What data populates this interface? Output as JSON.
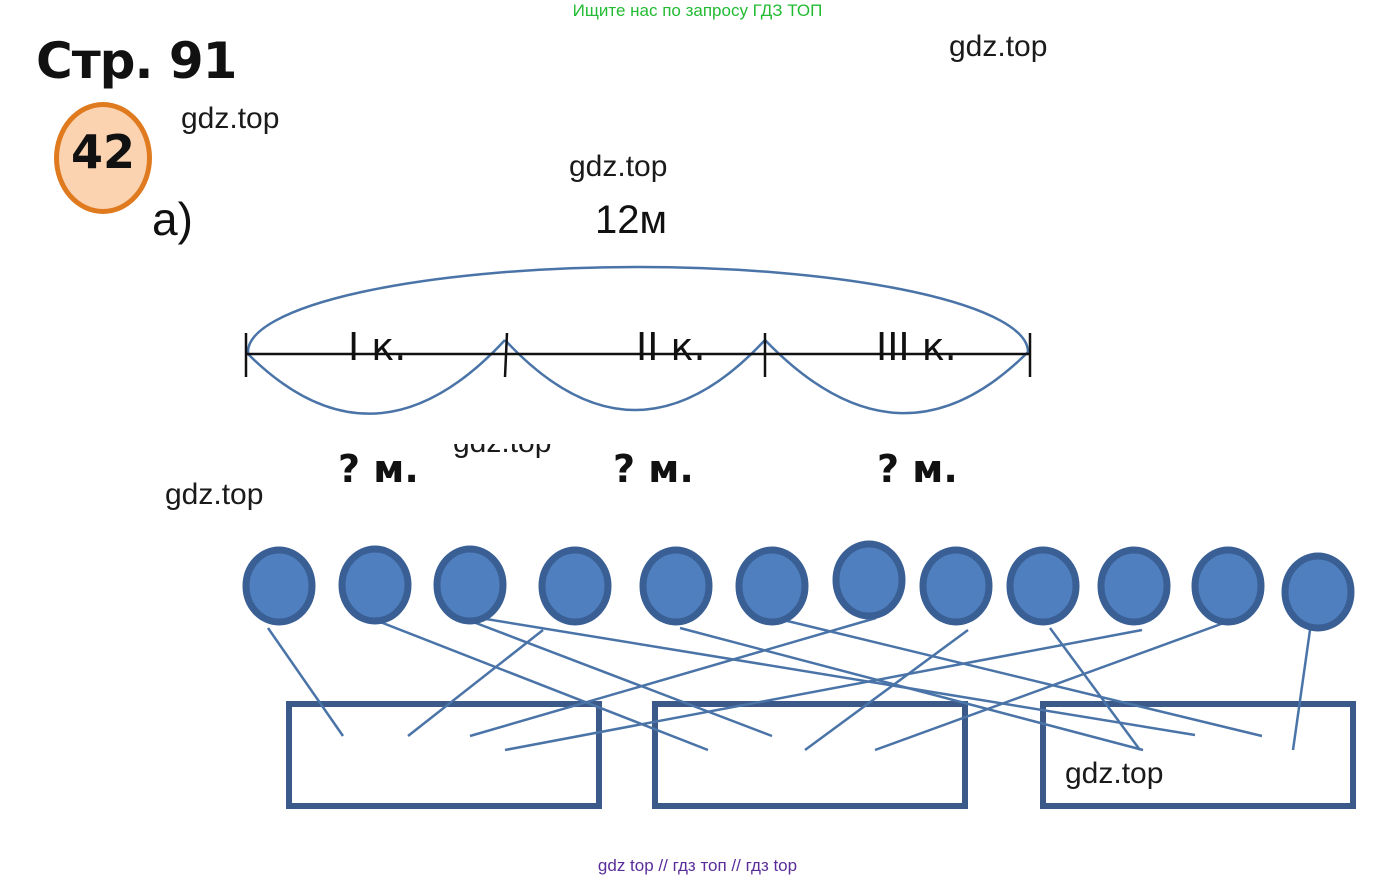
{
  "banner": "Ищите нас по запросу ГДЗ ТОП",
  "page_title": "Стр. 91",
  "task_number": "42",
  "part_label": "а)",
  "total_label": "12м",
  "segments": [
    {
      "label": "I к.",
      "question": "? м."
    },
    {
      "label": "II к.",
      "question": "? м."
    },
    {
      "label": "III к.",
      "question": "? м."
    }
  ],
  "watermarks": [
    "gdz.top",
    "gdz.top",
    "gdz.top",
    "gdz.top",
    "gdz.top",
    "gdz.top"
  ],
  "circle_count": 12,
  "box_count": 3,
  "footer": "gdz top  //  гдз топ  //  гдз top",
  "colors": {
    "circle_fill": "#4f7fbf",
    "circle_stroke": "#3a5f94",
    "line": "#4a74a8",
    "box_border": "#3b5a8a",
    "badge_border": "#e07a1f",
    "badge_fill": "#fbd3b0",
    "banner": "#22bb33",
    "footer": "#5a2d9a"
  }
}
